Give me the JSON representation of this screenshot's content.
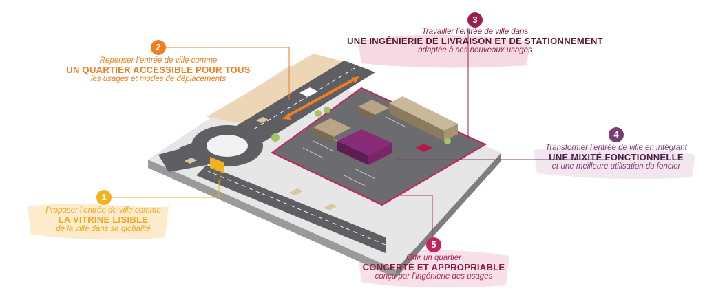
{
  "colors": {
    "c1": "#f2b21e",
    "c2": "#ef7f22",
    "c3": "#9b1f4b",
    "c4": "#7b3c72",
    "c5": "#c2245f"
  },
  "callouts": [
    {
      "number": "1",
      "line1": "Proposer l’entrée de ville comme",
      "line2": "LA VITRINE LISIBLE",
      "line3": "de la ville dans sa globalité"
    },
    {
      "number": "2",
      "line1": "Repenser l’entrée de ville  comme",
      "line2": "UN QUARTIER ACCESSIBLE POUR TOUS",
      "line3": "les usages et modes de déplacements"
    },
    {
      "number": "3",
      "line1": "Travailler l’entrée de ville dans",
      "line2": "UNE INGÉNIERIE DE LIVRAISON ET DE STATIONNEMENT",
      "line3": "adaptée à ses nouveaux usages"
    },
    {
      "number": "4",
      "line1": "Transformer l’entrée de ville en intégrant",
      "line2": "UNE MIXITÉ FONCTIONNELLE",
      "line3": "et une meilleure utilisation du foncier"
    },
    {
      "number": "5",
      "line1": "Offir un quartier",
      "line2": "CONCERTÉ ET APPROPRIABLE",
      "line3": "conçu par l’ingénierie des usages"
    }
  ]
}
